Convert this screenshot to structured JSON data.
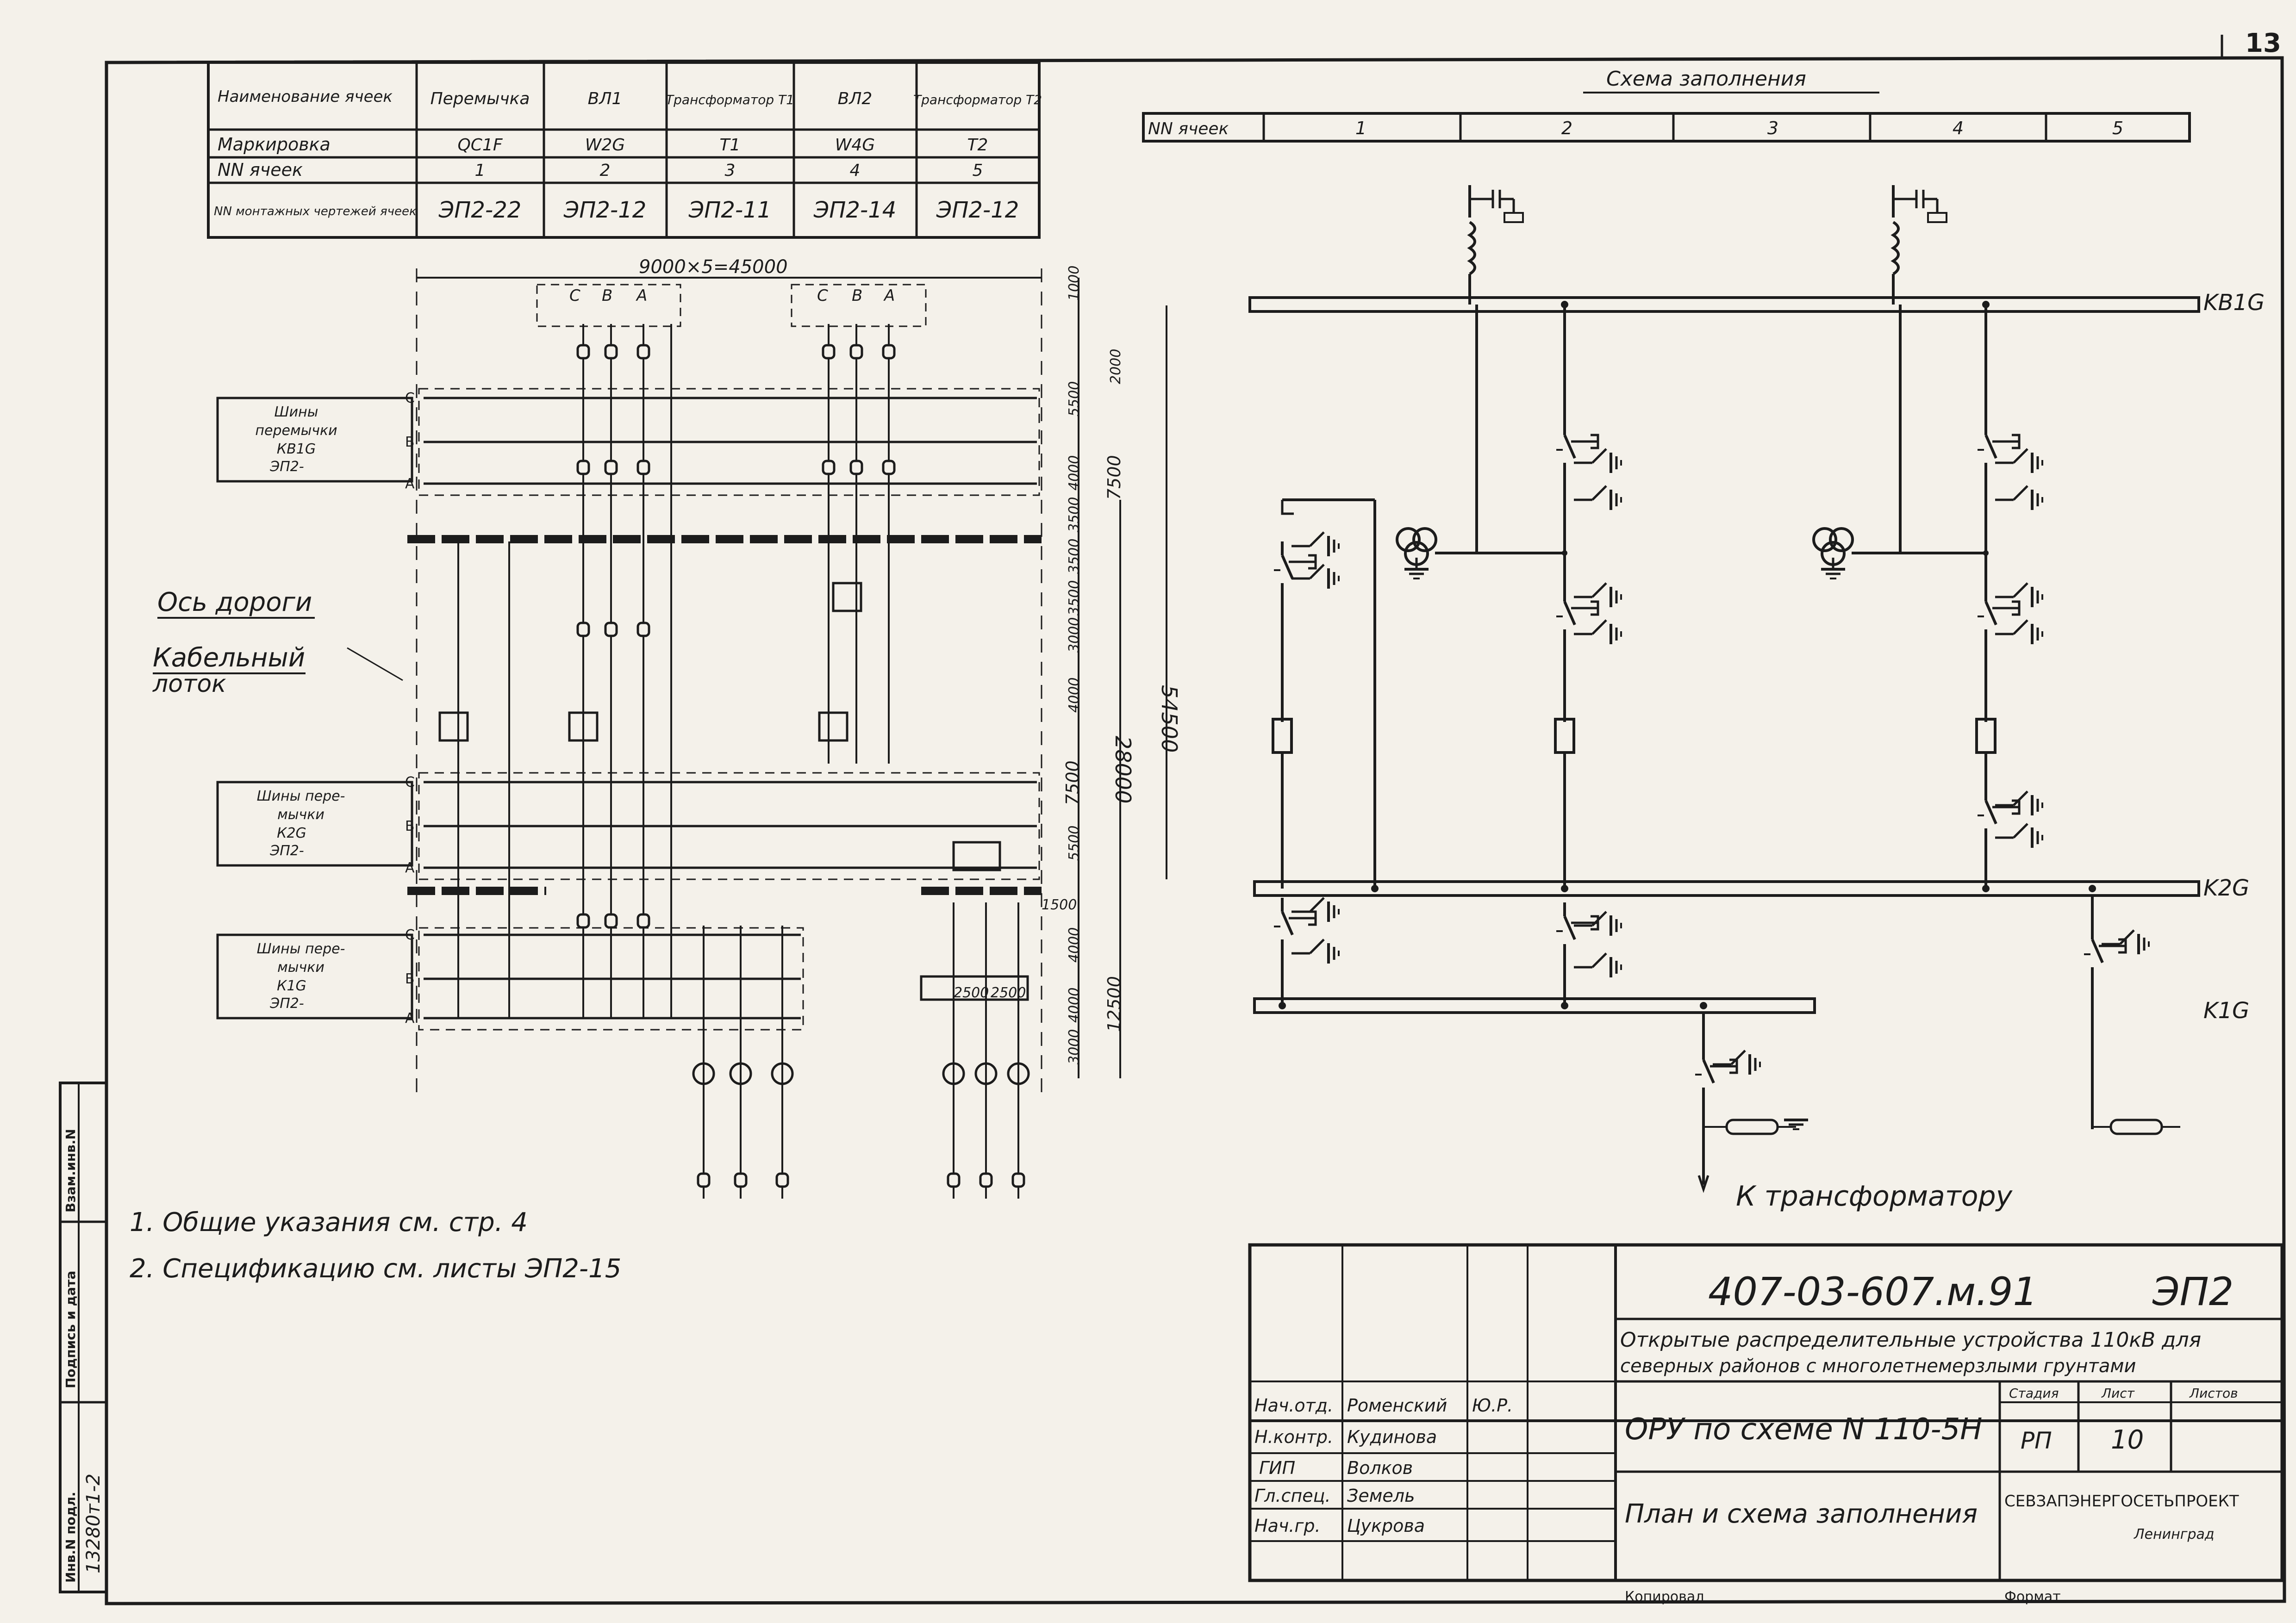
{
  "sheet": {
    "page_mark": "13",
    "notes": [
      "1. Общие указания см. стр. 4",
      "2. Спецификацию см. листы ЭП2-15"
    ]
  },
  "cells_table": {
    "row_headers": [
      "Наименование ячеек",
      "Маркировка",
      "NN ячеек",
      "NN монтажных чертежей ячеек"
    ],
    "columns": [
      {
        "name": "Перемычка",
        "marking": "QC1F",
        "number": "1",
        "drawing": "ЭП2-22"
      },
      {
        "name": "ВЛ1",
        "marking": "W2G",
        "number": "2",
        "drawing": "ЭП2-12"
      },
      {
        "name": "Трансформатор Т1",
        "marking": "T1",
        "number": "3",
        "drawing": "ЭП2-11"
      },
      {
        "name": "ВЛ2",
        "marking": "W4G",
        "number": "4",
        "drawing": "ЭП2-14"
      },
      {
        "name": "Трансформатор Т2",
        "marking": "T2",
        "number": "5",
        "drawing": "ЭП2-12"
      }
    ]
  },
  "plan": {
    "top_dimension": "9000×5=45000",
    "phase_letters": [
      "C",
      "B",
      "A"
    ],
    "bus_labels": [
      [
        "Шины",
        "перемычки",
        "КВ1G",
        "ЭП2-"
      ],
      [
        "Шины пере-",
        "мычки",
        "К2G",
        "ЭП2-"
      ],
      [
        "Шины пере-",
        "мычки",
        "К1G",
        "ЭП2-"
      ]
    ],
    "road_axis_label": "Ось дороги",
    "cable_tray_label": [
      "Кабельный",
      "лоток"
    ],
    "right_dimensions": [
      "1000",
      "2000",
      "5500",
      "4000",
      "7500",
      "3500",
      "3500",
      "3500",
      "3000",
      "4000",
      "7500",
      "5500",
      "1500",
      "4000",
      "12500",
      "4000",
      "3000"
    ],
    "overall_dimensions": [
      "28000",
      "54500"
    ],
    "inner_dimensions": [
      "2500",
      "2500"
    ]
  },
  "scheme": {
    "title": "Схема заполнения",
    "cells_header": "NN ячеек",
    "cell_numbers": [
      "1",
      "2",
      "3",
      "4",
      "5"
    ],
    "bus_labels": [
      "KB1G",
      "K2G",
      "K1G"
    ],
    "to_transformer": "К трансформатору"
  },
  "title_block": {
    "doc_code": "407-03-607.м.91",
    "sheet_code": "ЭП2",
    "project_title": [
      "Открытые распределительные устройства 110кВ для",
      "северных районов с многолетнемерзлыми грунтами"
    ],
    "drawing_title": "ОРУ по схеме N 110-5Н",
    "sheet_title": "План и схема заполнения",
    "stage_header": "Стадия",
    "sheet_header": "Лист",
    "sheets_header": "Листов",
    "stage": "РП",
    "sheet_no": "10",
    "organization": "СЕВЗАПЭНЕРГОСЕТЬПРОЕКТ",
    "city": "Ленинград",
    "copied_label": "Копировал",
    "format_label": "Формат",
    "signers": [
      {
        "role": "Нач.отд.",
        "name": "Роменский",
        "sign": "Ю.Р."
      },
      {
        "role": "Н.контр.",
        "name": "Кудинова",
        "sign": ""
      },
      {
        "role": "ГИП",
        "name": "Волков",
        "sign": ""
      },
      {
        "role": "Гл.спец.",
        "name": "Земель",
        "sign": ""
      },
      {
        "role": "Нач.гр.",
        "name": "Цукрова",
        "sign": ""
      }
    ]
  },
  "side_stamp": {
    "labels": [
      "Инв.N подл.",
      "Подпись и дата",
      "Взам.инв.N"
    ],
    "inv_value": "13280т1-2"
  }
}
